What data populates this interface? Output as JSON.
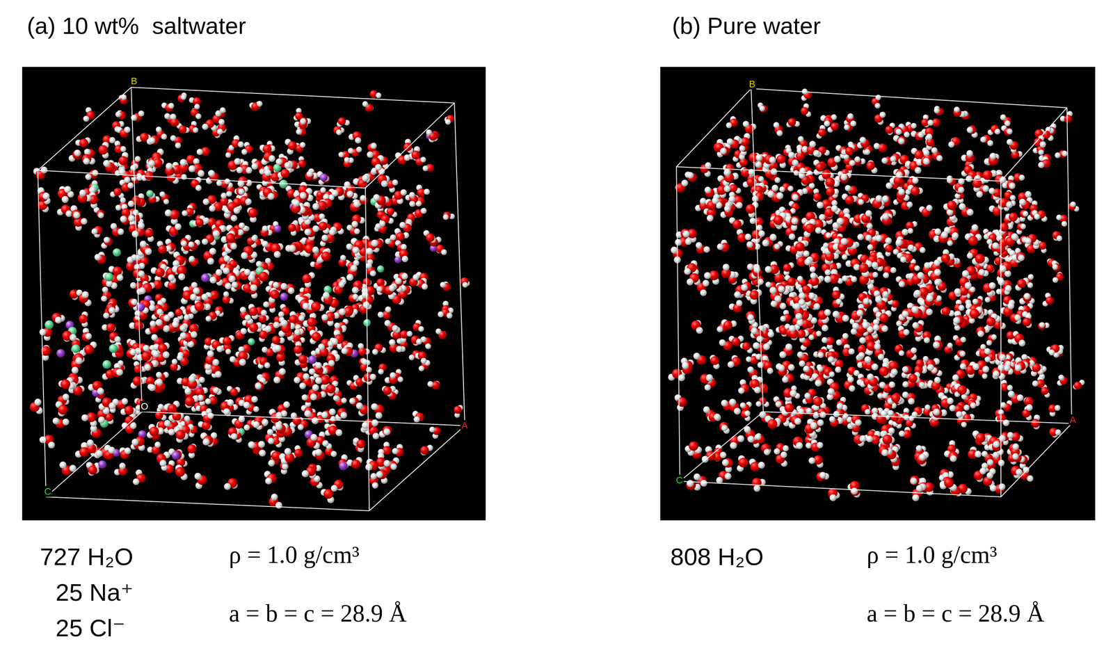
{
  "diagram": {
    "labels": [
      "(a) 10 wt%  saltwater",
      "B",
      "O",
      "A",
      "C",
      "727 H₂O",
      "25 Na⁺",
      "25 Cl⁻",
      "ρ = 1.0 g/cm³",
      "a = b = c = 28.9 Å",
      "(b) Pure water",
      "B",
      "A",
      "C",
      "808 H₂O",
      "ρ = 1.0 g/cm³",
      "a = b = c = 28.9 Å"
    ]
  }
}
